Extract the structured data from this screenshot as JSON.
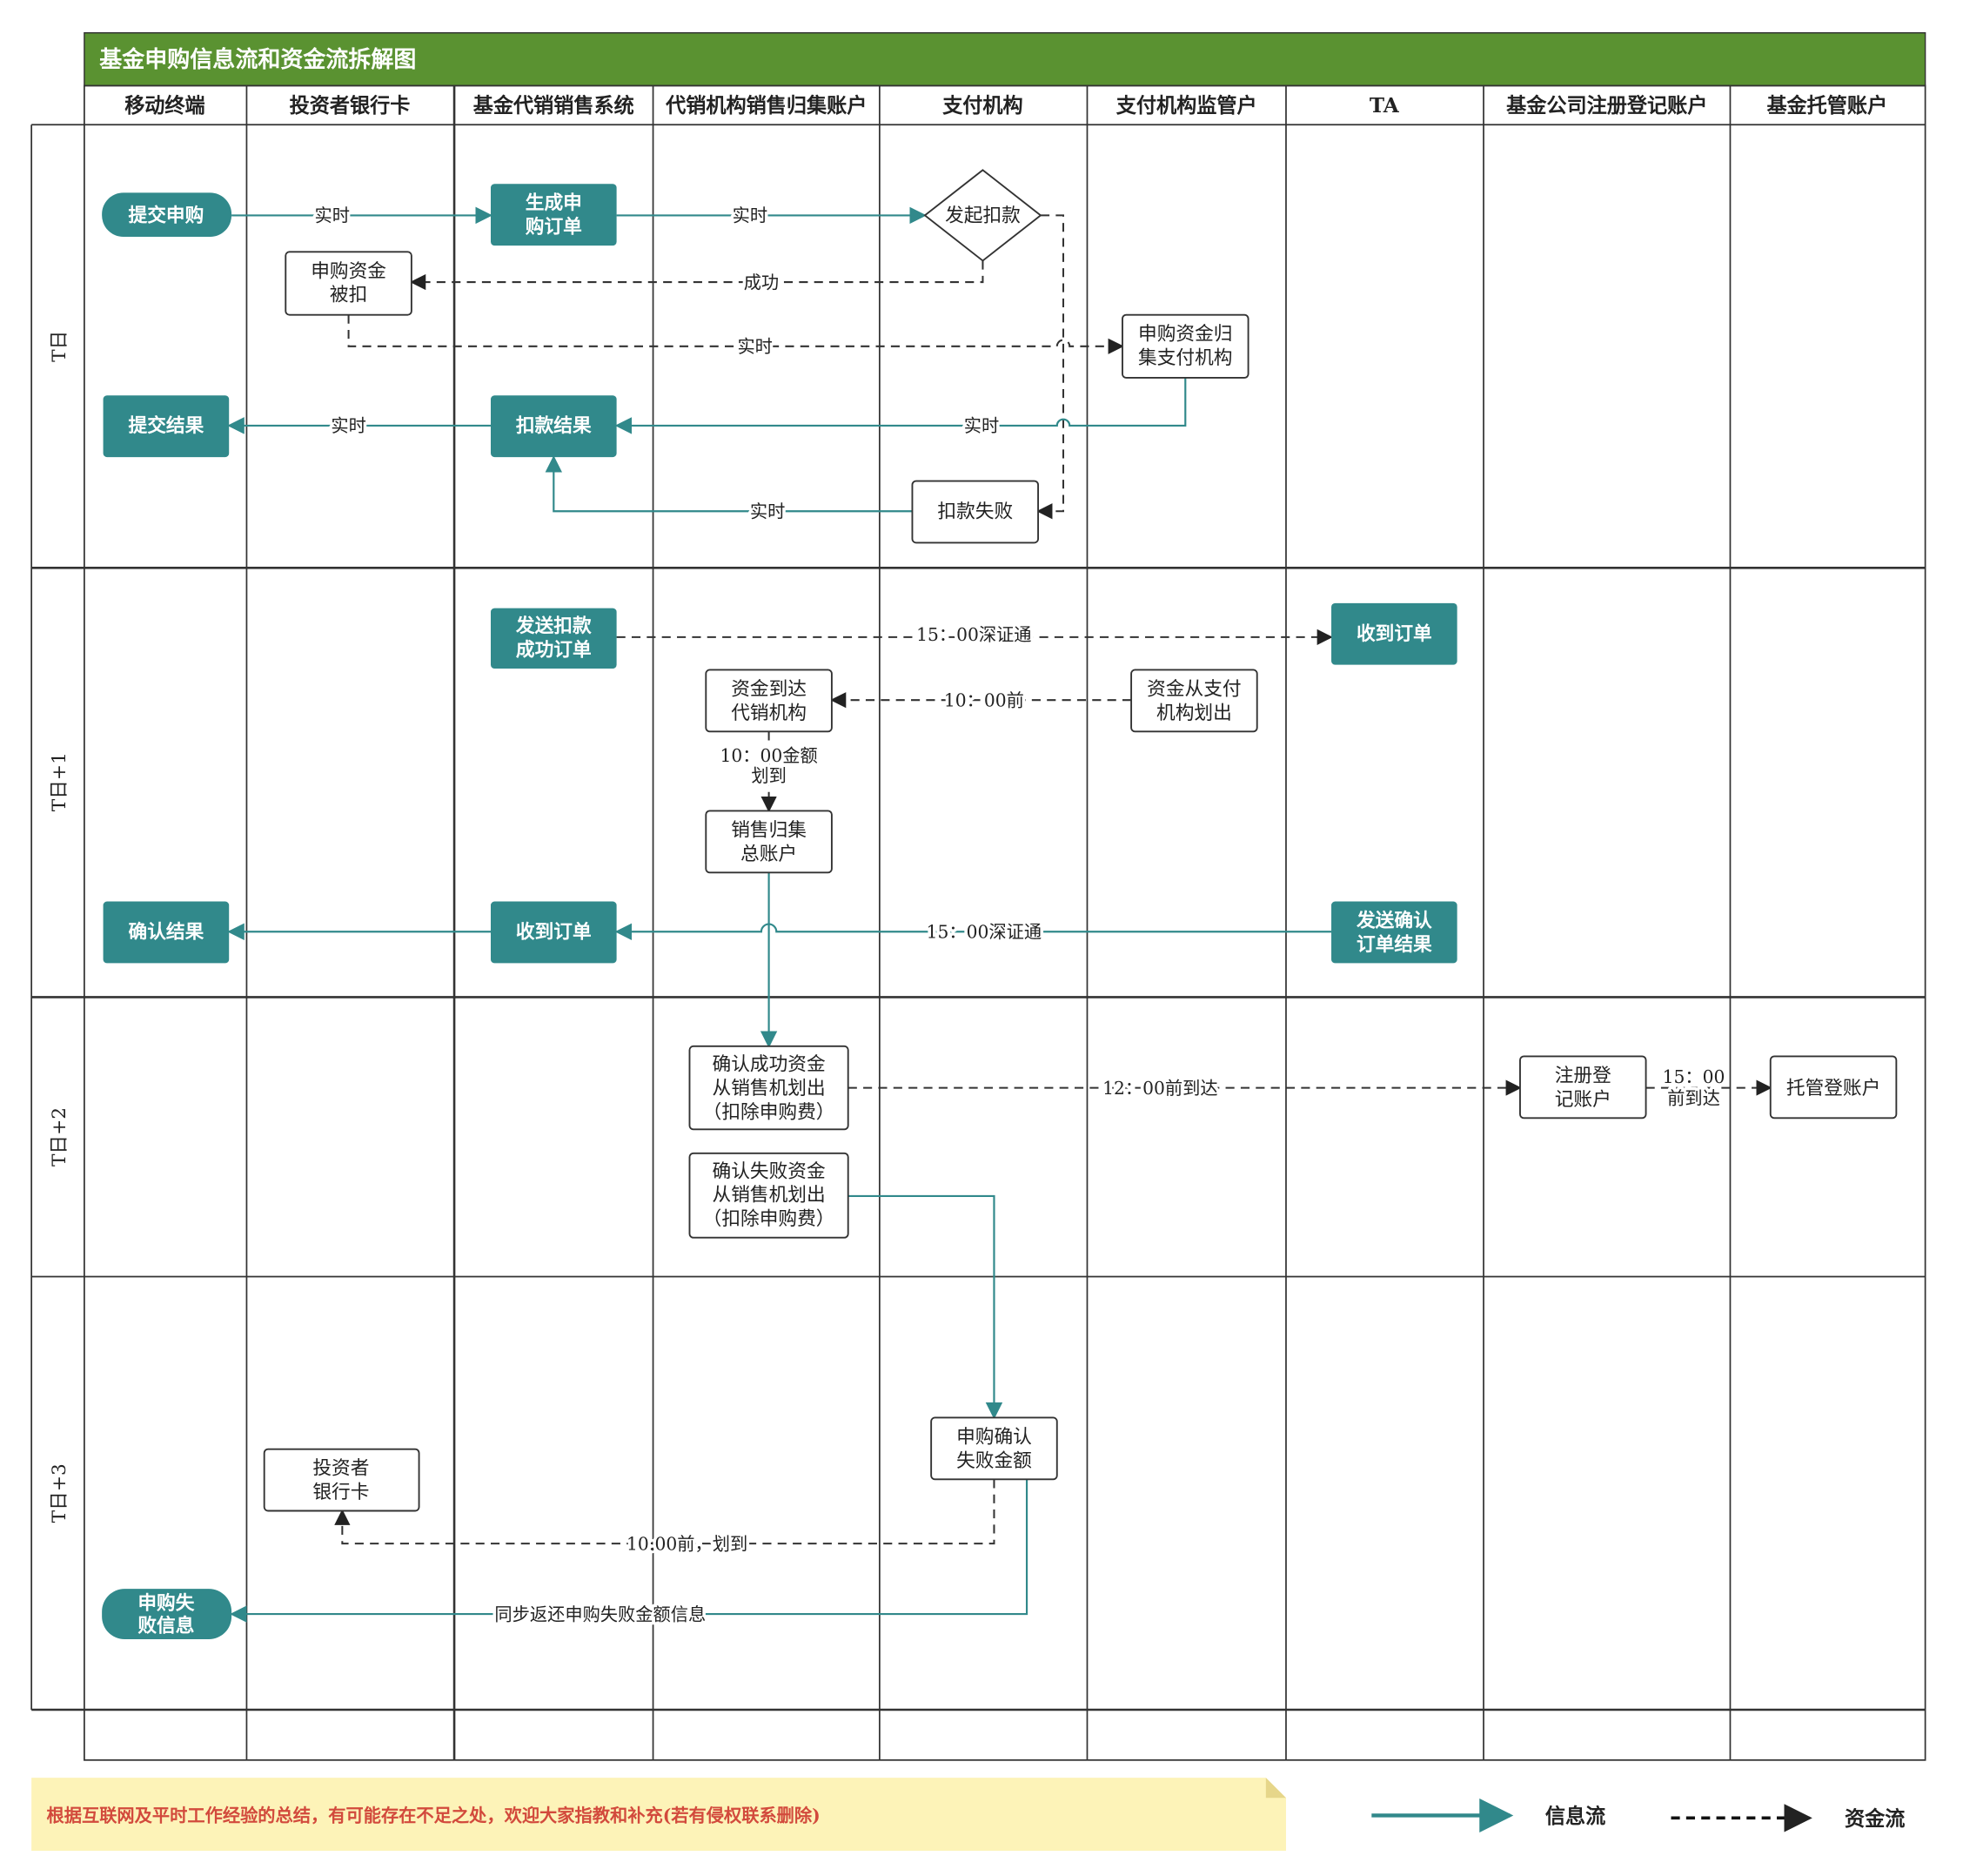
{
  "title": "基金申购信息流和资金流拆解图",
  "lanes": [
    "移动终端",
    "投资者银行卡",
    "基金代销销售系统",
    "代销机构销售归集账户",
    "支付机构",
    "支付机构监管户",
    "TA",
    "基金公司注册登记账户",
    "基金托管账户"
  ],
  "rows": [
    "T日",
    "T日+1",
    "T日+2",
    "T日+3"
  ],
  "nodes": {
    "submit": [
      "提交申购"
    ],
    "gen_order": [
      "生成申",
      "购订单"
    ],
    "initiate": [
      "发起扣款"
    ],
    "deducted": [
      "申购资金",
      "被扣"
    ],
    "collect": [
      "申购资金归",
      "集支付机构"
    ],
    "submit_result": [
      "提交结果"
    ],
    "deduct_result": [
      "扣款结果"
    ],
    "deduct_fail": [
      "扣款失败"
    ],
    "send_success": [
      "发送扣款",
      "成功订单"
    ],
    "ta_receive": [
      "收到订单"
    ],
    "fund_arrive": [
      "资金到达",
      "代销机构"
    ],
    "fund_out": [
      "资金从支付",
      "机构划出"
    ],
    "sales_total": [
      "销售归集",
      "总账户"
    ],
    "confirm_result": [
      "确认结果"
    ],
    "recv_order": [
      "收到订单"
    ],
    "send_confirm": [
      "发送确认",
      "订单结果"
    ],
    "confirm_success": [
      "确认成功资金",
      "从销售机划出",
      "（扣除申购费）"
    ],
    "confirm_fail": [
      "确认失败资金",
      "从销售机划出",
      "（扣除申购费）"
    ],
    "reg_account": [
      "注册登",
      "记账户"
    ],
    "custody": [
      "托管登账户"
    ],
    "fail_amount": [
      "申购确认",
      "失败金额"
    ],
    "investor_card": [
      "投资者",
      "银行卡"
    ],
    "fail_info": [
      "申购失",
      "败信息"
    ]
  },
  "edges": {
    "e1": "实时",
    "e2": "实时",
    "e3": "成功",
    "e4": "实时",
    "e6": "实时",
    "e7": "实时",
    "e8": "实时",
    "e9": "15：00深证通",
    "e10": "10：00前",
    "e11": [
      "10：00金额",
      "划到"
    ],
    "e13": "15：00深证通",
    "e15": "12：00前到达",
    "e16": [
      "15：00",
      "前到达"
    ],
    "e18": "10:00前，划到",
    "e19": "同步返还申购失败金额信息"
  },
  "note": "根据互联网及平时工作经验的总结，有可能存在不足之处，欢迎大家指教和补充(若有侵权联系删除)",
  "legend": {
    "info": "信息流",
    "money": "资金流"
  },
  "colors": {
    "teal": "#31898b",
    "title_green": "#5a9231",
    "note_bg": "#fdf3b8",
    "note_text": "#d24a3c"
  }
}
